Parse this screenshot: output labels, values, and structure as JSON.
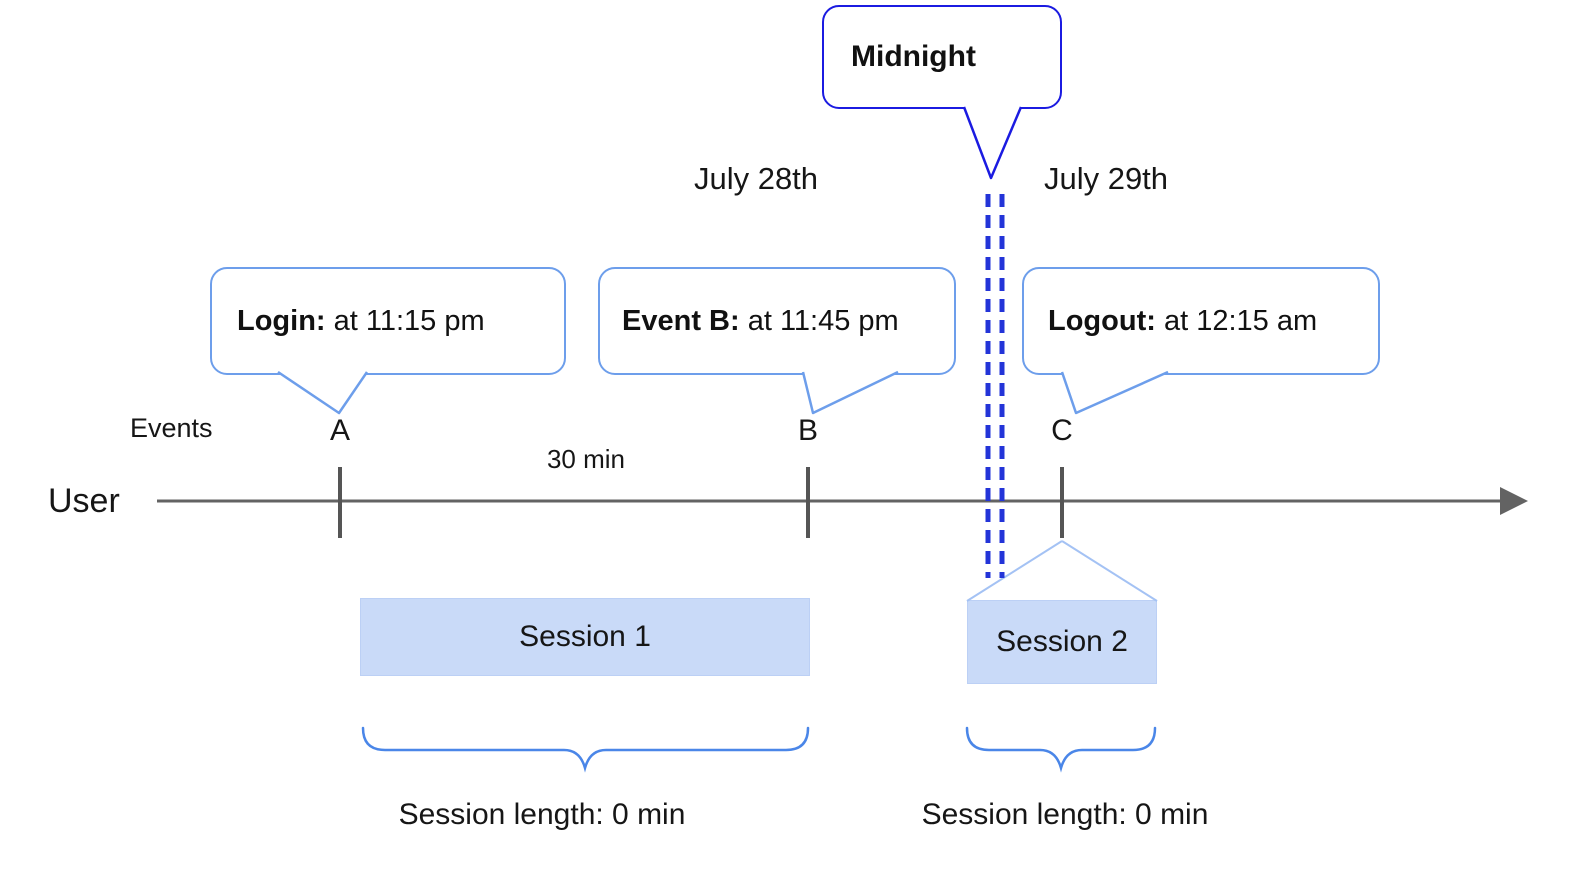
{
  "midnight": {
    "label": "Midnight"
  },
  "dates": {
    "left": "July 28th",
    "right": "July 29th"
  },
  "axis": {
    "events_label": "Events",
    "user_label": "User",
    "interval_label": "30 min"
  },
  "events": [
    {
      "letter": "A",
      "callout_bold": "Login:",
      "callout_rest": " at 11:15 pm"
    },
    {
      "letter": "B",
      "callout_bold": "Event B:",
      "callout_rest": " at 11:45 pm"
    },
    {
      "letter": "C",
      "callout_bold": "Logout:",
      "callout_rest": " at 12:15 am"
    }
  ],
  "sessions": [
    {
      "label": "Session 1",
      "length_label": "Session length: 0 min"
    },
    {
      "label": "Session 2",
      "length_label": "Session length: 0 min"
    }
  ],
  "colors": {
    "callout_border_light": "#6d9eeb",
    "callout_border_dark": "#1b1be1",
    "midnight_dash_blue": "#2334d8",
    "session_fill": "#c9daf8",
    "pointer_light_blue": "#a4c2f4",
    "brace_blue": "#4a86e8",
    "timeline_gray": "#636363",
    "text_black": "#111111"
  }
}
